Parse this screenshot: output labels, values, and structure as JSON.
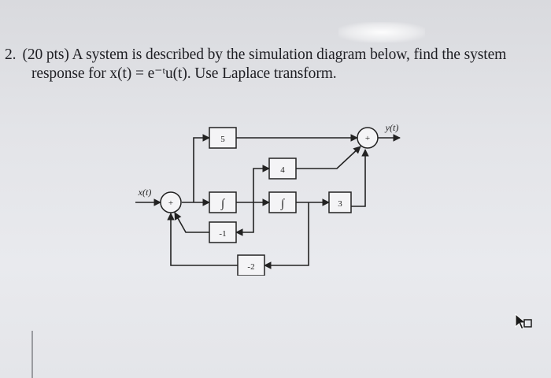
{
  "problem": {
    "number": "2.",
    "line1": "(20 pts) A system is described by the simulation diagram below, find the system",
    "line2": "response for x(t) = e⁻ᵗu(t). Use Laplace transform."
  },
  "diagram": {
    "input_label": "x(t)",
    "output_label": "y(t)",
    "sum_input_sign": "+",
    "sum_output_sign": "+",
    "gain_top": "5",
    "gain_middle": "4",
    "gain_right": "3",
    "integrator_symbol": "∫",
    "gain_feedback_inner": "-1",
    "gain_feedback_outer": "-2"
  },
  "icons": {
    "cursor": "pointer-cursor-icon"
  }
}
